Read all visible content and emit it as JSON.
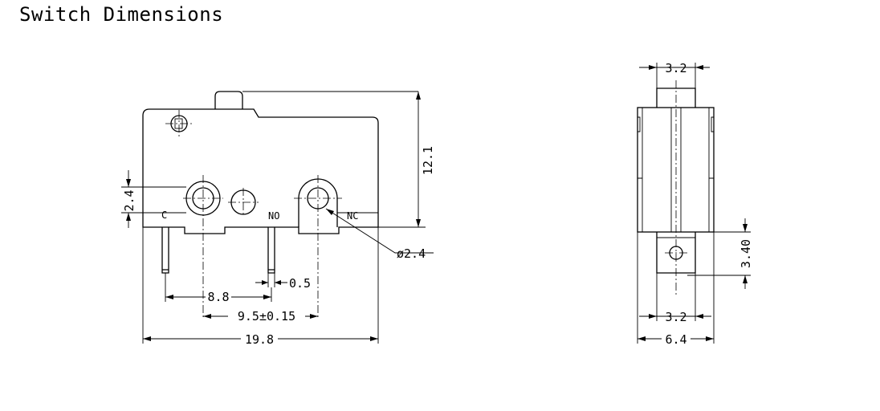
{
  "title": "Switch Dimensions",
  "front_view": {
    "terminal_labels": {
      "c": "C",
      "no": "NO",
      "nc": "NC"
    },
    "dimensions": {
      "height": "12.1",
      "terminal_offset": "2.4",
      "hole_diameter": "ø2.4",
      "pin_width": "0.5",
      "c_to_no": "8.8",
      "c_to_nc": "9.5±0.15",
      "body_width": "19.8"
    }
  },
  "side_view": {
    "dimensions": {
      "actuator_width": "3.2",
      "terminal_width": "3.2",
      "body_thickness": "6.4",
      "terminal_hole_offset": "3.40"
    }
  }
}
